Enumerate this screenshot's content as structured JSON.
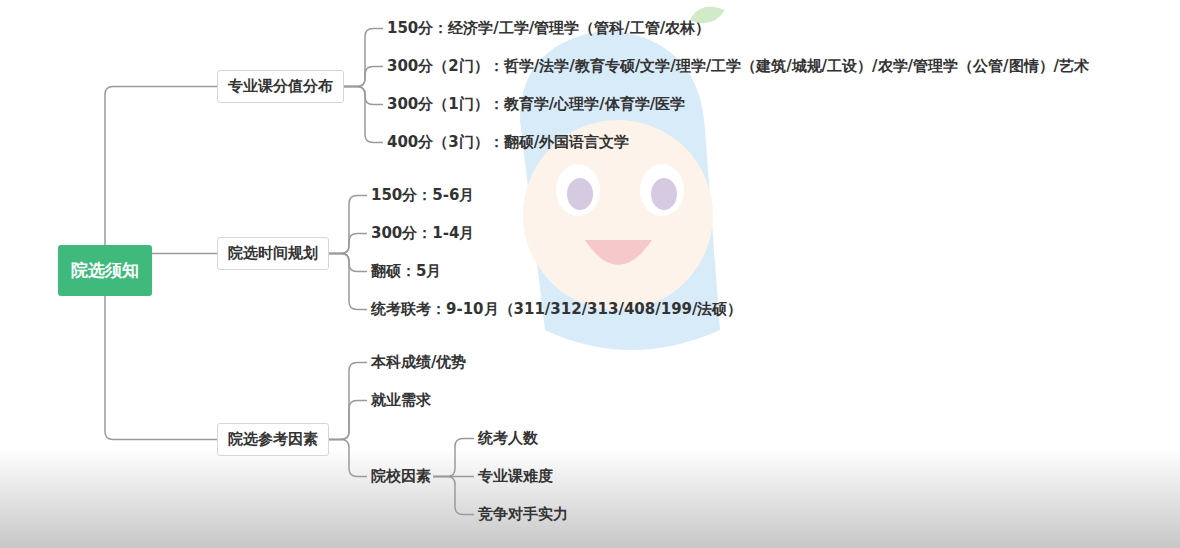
{
  "diagram": {
    "nodes": [
      {
        "text": [
          "院选须知"
        ]
      },
      {
        "text": [
          "专业课分值分布"
        ]
      },
      {
        "text": [
          "150分：经济学/工学/管理学（管科/工管/农林）"
        ]
      },
      {
        "text": [
          "300分（2门）：哲学/法学/教育专硕/文学/理学/工学（建筑/城规/工设）/农学/管理学（公管/图情）/艺术"
        ]
      },
      {
        "text": [
          "300分（1门）：教育学/心理学/体育学/医学"
        ]
      },
      {
        "text": [
          "400分（3门）：翻硕/外国语言文学"
        ]
      },
      {
        "text": [
          "院选时间规划"
        ]
      },
      {
        "text": [
          "150分：5-6月"
        ]
      },
      {
        "text": [
          "300分：1-4月"
        ]
      },
      {
        "text": [
          "翻硕：5月"
        ]
      },
      {
        "text": [
          "统考联考：9-10月（311/312/313/408/199/法硕）"
        ]
      },
      {
        "text": [
          "院选参考因素"
        ]
      },
      {
        "text": [
          "本科成绩/优势"
        ]
      },
      {
        "text": [
          "就业需求"
        ]
      },
      {
        "text": [
          "院校因素"
        ]
      },
      {
        "text": [
          "统考人数"
        ]
      },
      {
        "text": [
          "专业课难度"
        ]
      },
      {
        "text": [
          "竞争对手实力"
        ]
      }
    ],
    "edges": [
      {
        "from": 0,
        "to": 1,
        "arrow": "none"
      },
      {
        "from": 0,
        "to": 6,
        "arrow": "none"
      },
      {
        "from": 0,
        "to": 11,
        "arrow": "none"
      },
      {
        "from": 1,
        "to": 2,
        "arrow": "none"
      },
      {
        "from": 1,
        "to": 3,
        "arrow": "none"
      },
      {
        "from": 1,
        "to": 4,
        "arrow": "none"
      },
      {
        "from": 1,
        "to": 5,
        "arrow": "none"
      },
      {
        "from": 6,
        "to": 7,
        "arrow": "none"
      },
      {
        "from": 6,
        "to": 8,
        "arrow": "none"
      },
      {
        "from": 6,
        "to": 9,
        "arrow": "none"
      },
      {
        "from": 6,
        "to": 10,
        "arrow": "none"
      },
      {
        "from": 11,
        "to": 12,
        "arrow": "none"
      },
      {
        "from": 11,
        "to": 13,
        "arrow": "none"
      },
      {
        "from": 11,
        "to": 14,
        "arrow": "none"
      },
      {
        "from": 14,
        "to": 15,
        "arrow": "none"
      },
      {
        "from": 14,
        "to": 16,
        "arrow": "none"
      },
      {
        "from": 14,
        "to": 17,
        "arrow": "none"
      }
    ]
  }
}
